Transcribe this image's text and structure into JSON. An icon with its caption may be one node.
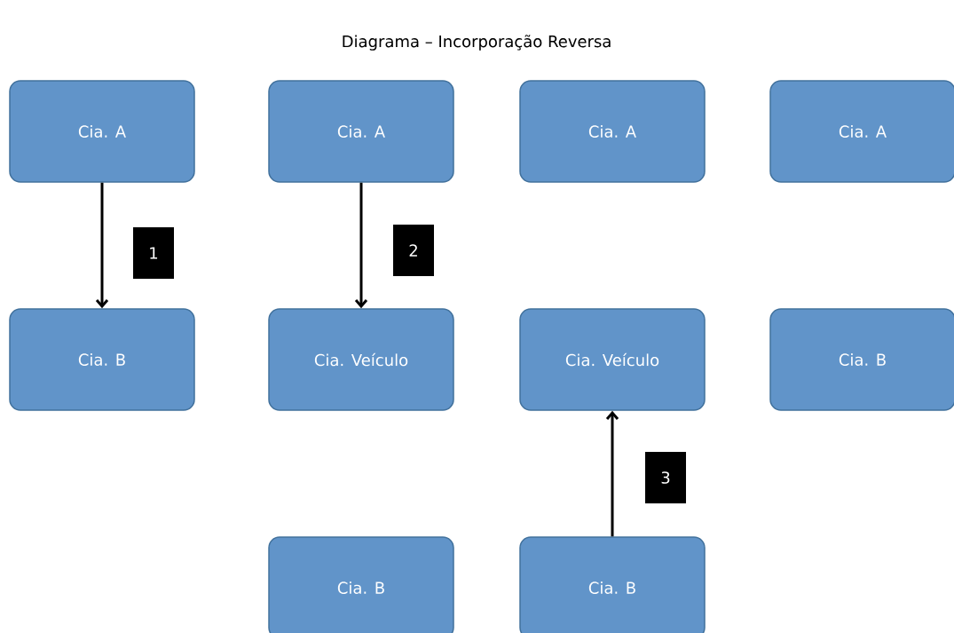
{
  "diagram": {
    "title": "Diagrama – Incorporação Reversa",
    "nodes": [
      {
        "text": [
          "Cia. A"
        ]
      },
      {
        "text": [
          "Cia. A"
        ]
      },
      {
        "text": [
          "Cia. A"
        ]
      },
      {
        "text": [
          "Cia. A"
        ]
      },
      {
        "text": [
          "Cia. B"
        ]
      },
      {
        "text": [
          "Cia. Veículo"
        ]
      },
      {
        "text": [
          "Cia. Veículo"
        ]
      },
      {
        "text": [
          "Cia. B"
        ]
      },
      {
        "text": [
          "Cia. B"
        ]
      },
      {
        "text": [
          "Cia. B"
        ]
      }
    ],
    "edges": [
      {
        "from": 0,
        "to": 4,
        "arrow": "to"
      },
      {
        "from": 1,
        "to": 5,
        "arrow": "to"
      },
      {
        "from": 9,
        "to": 6,
        "arrow": "to"
      }
    ],
    "labels": [
      "1",
      "2",
      "3"
    ]
  }
}
